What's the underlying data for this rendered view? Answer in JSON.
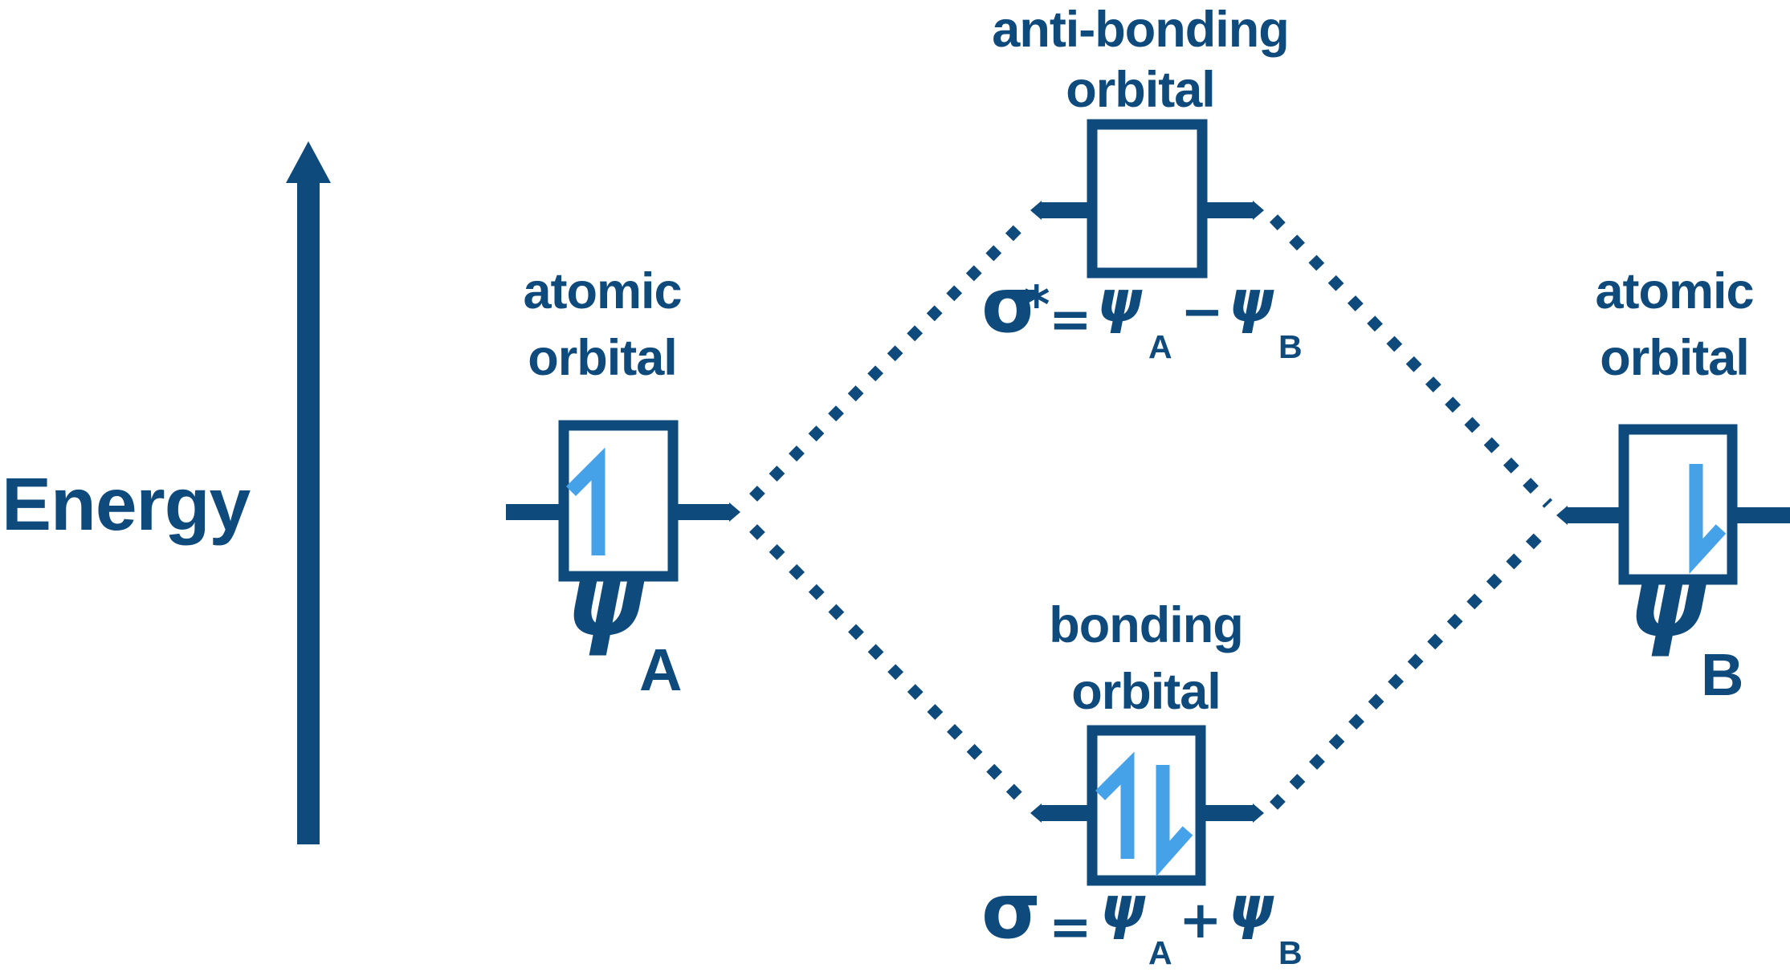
{
  "colors": {
    "navy": "#0f4a7c",
    "light_blue": "#46a2e8",
    "background": "#ffffff"
  },
  "energy_axis": {
    "label": "Energy"
  },
  "left_atomic_orbital": {
    "label_line1": "atomic",
    "label_line2": "orbital",
    "wavefunction_symbol": "ψ",
    "wavefunction_subscript": "A",
    "electron_spin": "spin-up-harpoon"
  },
  "right_atomic_orbital": {
    "label_line1": "atomic",
    "label_line2": "orbital",
    "wavefunction_symbol": "ψ",
    "wavefunction_subscript": "B",
    "electron_spin": "spin-down-harpoon"
  },
  "antibonding_orbital": {
    "label_line1": "anti-bonding",
    "label_line2": "orbital",
    "occupancy": "empty",
    "formula": {
      "sigma": "σ",
      "superscript": "*",
      "equals": "=",
      "psi_a": "ψ",
      "sub_a": "A",
      "operator": "−",
      "psi_b": "ψ",
      "sub_b": "B"
    }
  },
  "bonding_orbital": {
    "label_line1": "bonding",
    "label_line2": "orbital",
    "occupancy": "paired-electrons",
    "formula": {
      "sigma": "σ",
      "equals": "=",
      "psi_a": "ψ",
      "sub_a": "A",
      "operator": "+",
      "psi_b": "ψ",
      "sub_b": "B"
    }
  }
}
